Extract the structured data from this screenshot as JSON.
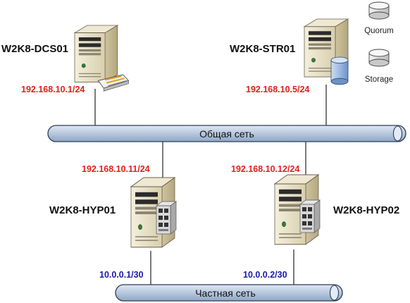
{
  "colors": {
    "ip_red": "#e0201a",
    "ip_blue": "#1a1aa8",
    "bus_fill": "#b9c9de",
    "bus_stroke": "#2c3e57",
    "line": "#222222",
    "server_body": "#e8e1c8",
    "disk_blue": "#8fb4e0"
  },
  "networks": {
    "public": {
      "label": "Общая сеть"
    },
    "private": {
      "label": "Частная сеть"
    }
  },
  "servers": {
    "dcs": {
      "name": "W2K8-DCS01",
      "ip": "192.168.10.1/24",
      "icon": "server-with-keyboard-icon"
    },
    "str": {
      "name": "W2K8-STR01",
      "ip": "192.168.10.5/24",
      "icon": "server-with-disk-icon"
    },
    "hyp1": {
      "name": "W2K8-HYP01",
      "ip_public": "192.168.10.11/24",
      "ip_private": "10.0.0.1/30",
      "icon": "server-with-network-ports-icon"
    },
    "hyp2": {
      "name": "W2K8-HYP02",
      "ip_public": "192.168.10.12/24",
      "ip_private": "10.0.0.2/30",
      "icon": "server-with-network-ports-icon"
    }
  },
  "storage_items": [
    {
      "label": "Quorum",
      "icon": "disk-icon"
    },
    {
      "label": "Storage",
      "icon": "disk-icon"
    }
  ]
}
